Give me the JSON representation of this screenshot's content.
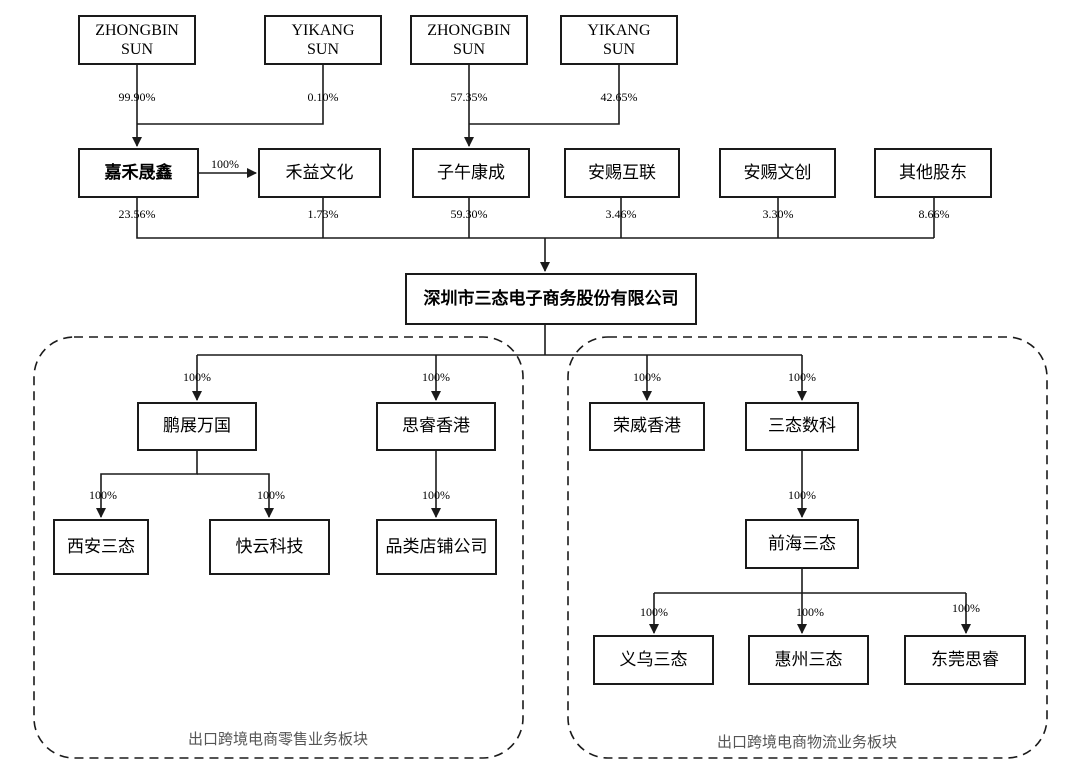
{
  "shareholders": {
    "zhongbin_1": {
      "line1": "ZHONGBIN",
      "line2": "SUN"
    },
    "yikang_1": {
      "line1": "YIKANG",
      "line2": "SUN"
    },
    "zhongbin_2": {
      "line1": "ZHONGBIN",
      "line2": "SUN"
    },
    "yikang_2": {
      "line1": "YIKANG",
      "line2": "SUN"
    }
  },
  "entities": {
    "jiahe": "嘉禾晟鑫",
    "heyi": "禾益文化",
    "ziwu": "子午康成",
    "anci_hulian": "安赐互联",
    "anci_wenchuang": "安赐文创",
    "others": "其他股东",
    "company": "深圳市三态电子商务股份有限公司",
    "pengzhan": "鹏展万国",
    "siruixg": "思睿香港",
    "rongwei": "荣威香港",
    "santai_shuke": "三态数科",
    "xian": "西安三态",
    "kuaiyun": "快云科技",
    "pinlei": "品类店铺公司",
    "qianhai": "前海三态",
    "yiwu": "义乌三态",
    "huizhou": "惠州三态",
    "dongguan": "东莞思睿"
  },
  "percentages": {
    "zb1_jiahe": "99.90%",
    "yk1_jiahe": "0.10%",
    "zb2_ziwu": "57.35%",
    "yk2_ziwu": "42.65%",
    "jiahe_heyi": "100%",
    "jiahe_company": "23.56%",
    "heyi_company": "1.73%",
    "ziwu_company": "59.30%",
    "hulian_company": "3.46%",
    "wenchuang_company": "3.30%",
    "others_company": "8.66%",
    "co_pengzhan": "100%",
    "co_siruixg": "100%",
    "co_rongwei": "100%",
    "co_shuke": "100%",
    "pz_xian": "100%",
    "pz_kuaiyun": "100%",
    "sr_pinlei": "100%",
    "shuke_qianhai": "100%",
    "qh_yiwu": "100%",
    "qh_huizhou": "100%",
    "qh_dongguan": "100%"
  },
  "segments": {
    "retail": "出口跨境电商零售业务板块",
    "logistics": "出口跨境电商物流业务板块"
  }
}
